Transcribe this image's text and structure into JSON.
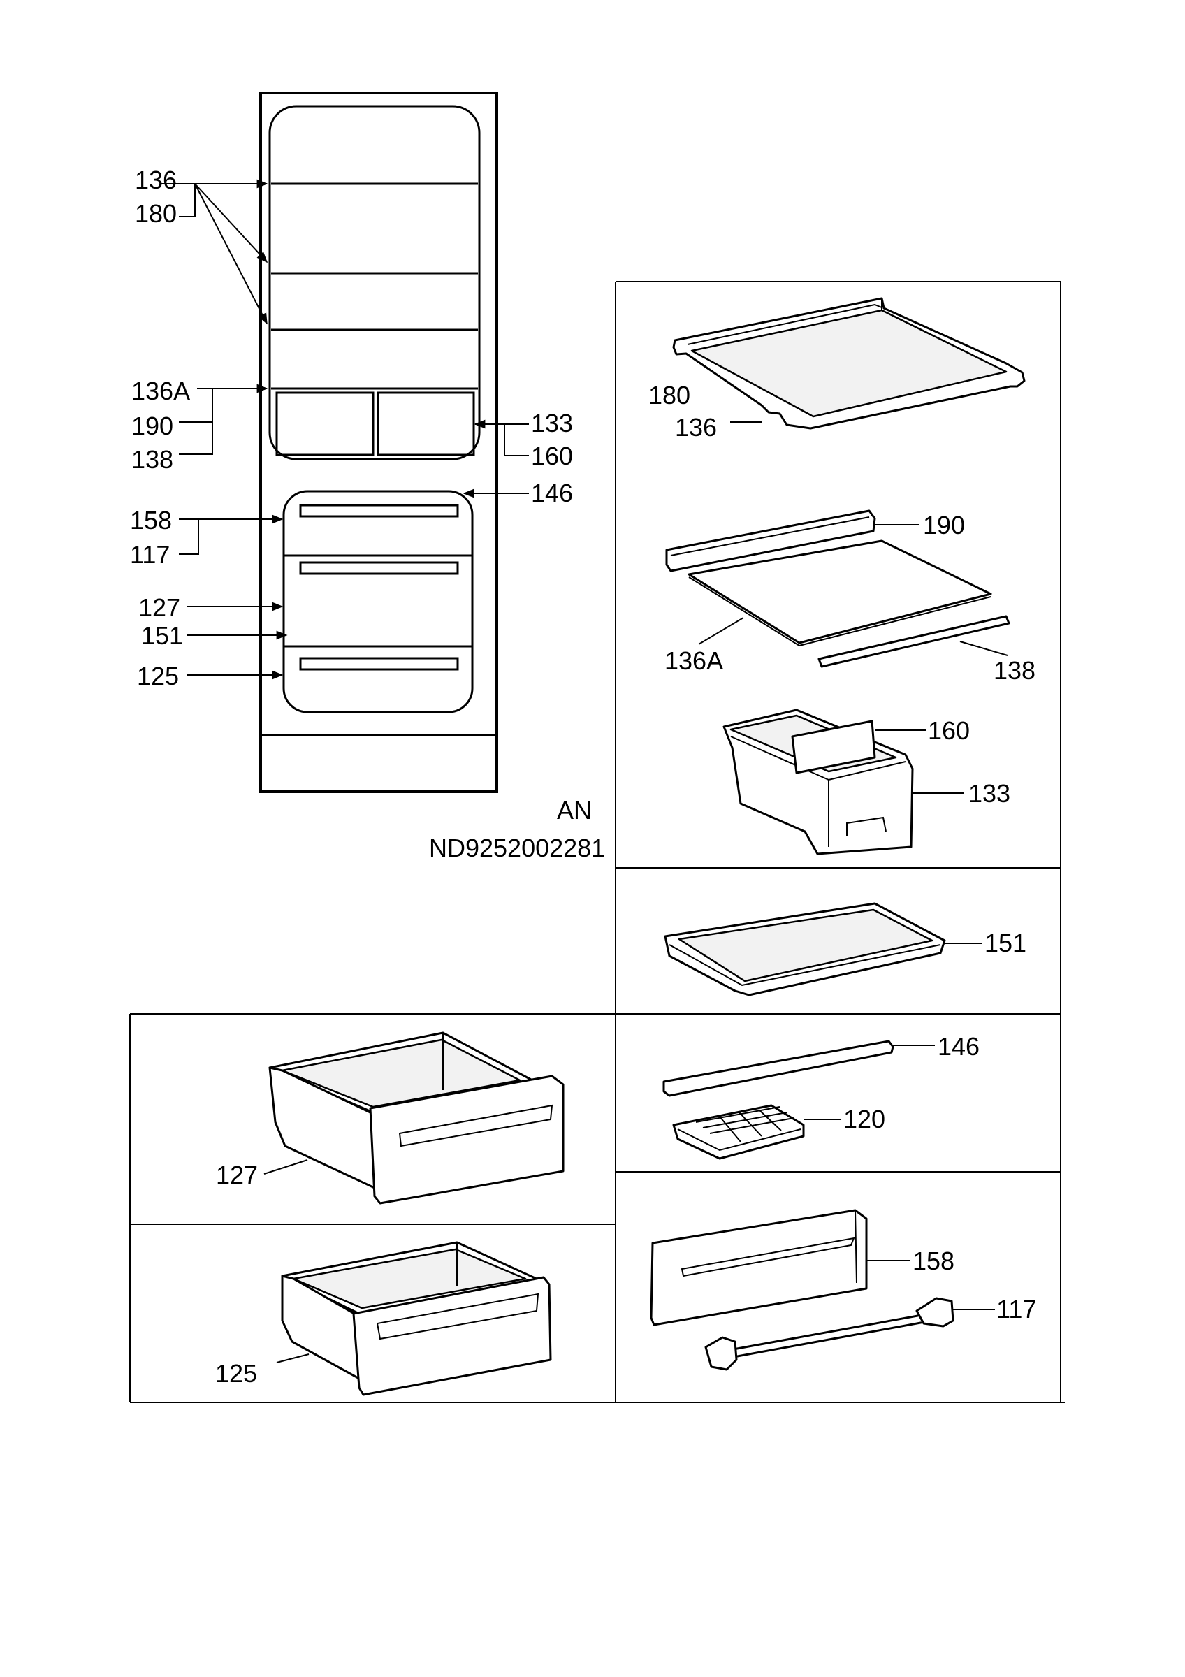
{
  "drawing": {
    "variant_code": "AN",
    "drawing_number": "ND9252002281"
  },
  "callouts": {
    "overview": {
      "shelf": "136",
      "shelf_frame": "180",
      "glass_shelf": "136A",
      "rear_trim": "190",
      "front_trim": "138",
      "crisper": "133",
      "divider": "160",
      "frame_rail": "146",
      "drawer_front": "158",
      "drawer_rail": "117",
      "drawer_upper": "127",
      "tray": "151",
      "drawer_lower": "125"
    },
    "parts": {
      "shelf_frame": "180",
      "shelf": "136",
      "rear_trim": "190",
      "glass_shelf": "136A",
      "front_trim": "138",
      "divider": "160",
      "crisper": "133",
      "tray": "151",
      "frame_rail": "146",
      "ice_tray": "120",
      "drawer_front": "158",
      "drawer_rail": "117",
      "drawer_upper": "127",
      "drawer_lower": "125"
    }
  }
}
